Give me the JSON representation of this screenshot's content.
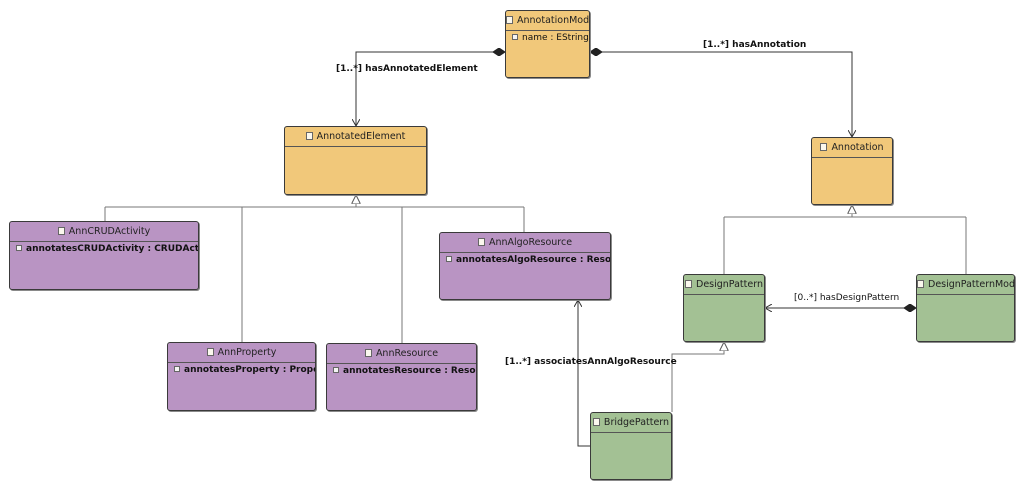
{
  "diagram": {
    "classes": {
      "annotation_model": {
        "name": "AnnotationModel",
        "attributes": [
          "name : EString"
        ]
      },
      "annotated_element": {
        "name": "AnnotatedElement"
      },
      "annotation": {
        "name": "Annotation"
      },
      "ann_crud_activity": {
        "name": "AnnCRUDActivity",
        "attributes": [
          "annotatesCRUDActivity : CRUDActivity"
        ]
      },
      "ann_property": {
        "name": "AnnProperty",
        "attributes": [
          "annotatesProperty : Property"
        ]
      },
      "ann_resource": {
        "name": "AnnResource",
        "attributes": [
          "annotatesResource : Resource"
        ]
      },
      "ann_algo_resource": {
        "name": "AnnAlgoResource",
        "attributes": [
          "annotatesAlgoResource : Resource"
        ]
      },
      "design_pattern": {
        "name": "DesignPattern"
      },
      "design_pattern_model": {
        "name": "DesignPatternModel"
      },
      "bridge_pattern": {
        "name": "BridgePattern"
      }
    },
    "relations": {
      "has_annotated_element": "[1..*] hasAnnotatedElement",
      "has_annotation": "[1..*] hasAnnotation",
      "associates_ann_algo_resource": "[1..*] associatesAnnAlgoResource",
      "has_design_pattern": "[0..*] hasDesignPattern"
    },
    "colors": {
      "class_orange": "#f1c87a",
      "class_purple": "#b994c3",
      "class_green": "#a3c194",
      "connector": "#777777"
    }
  }
}
